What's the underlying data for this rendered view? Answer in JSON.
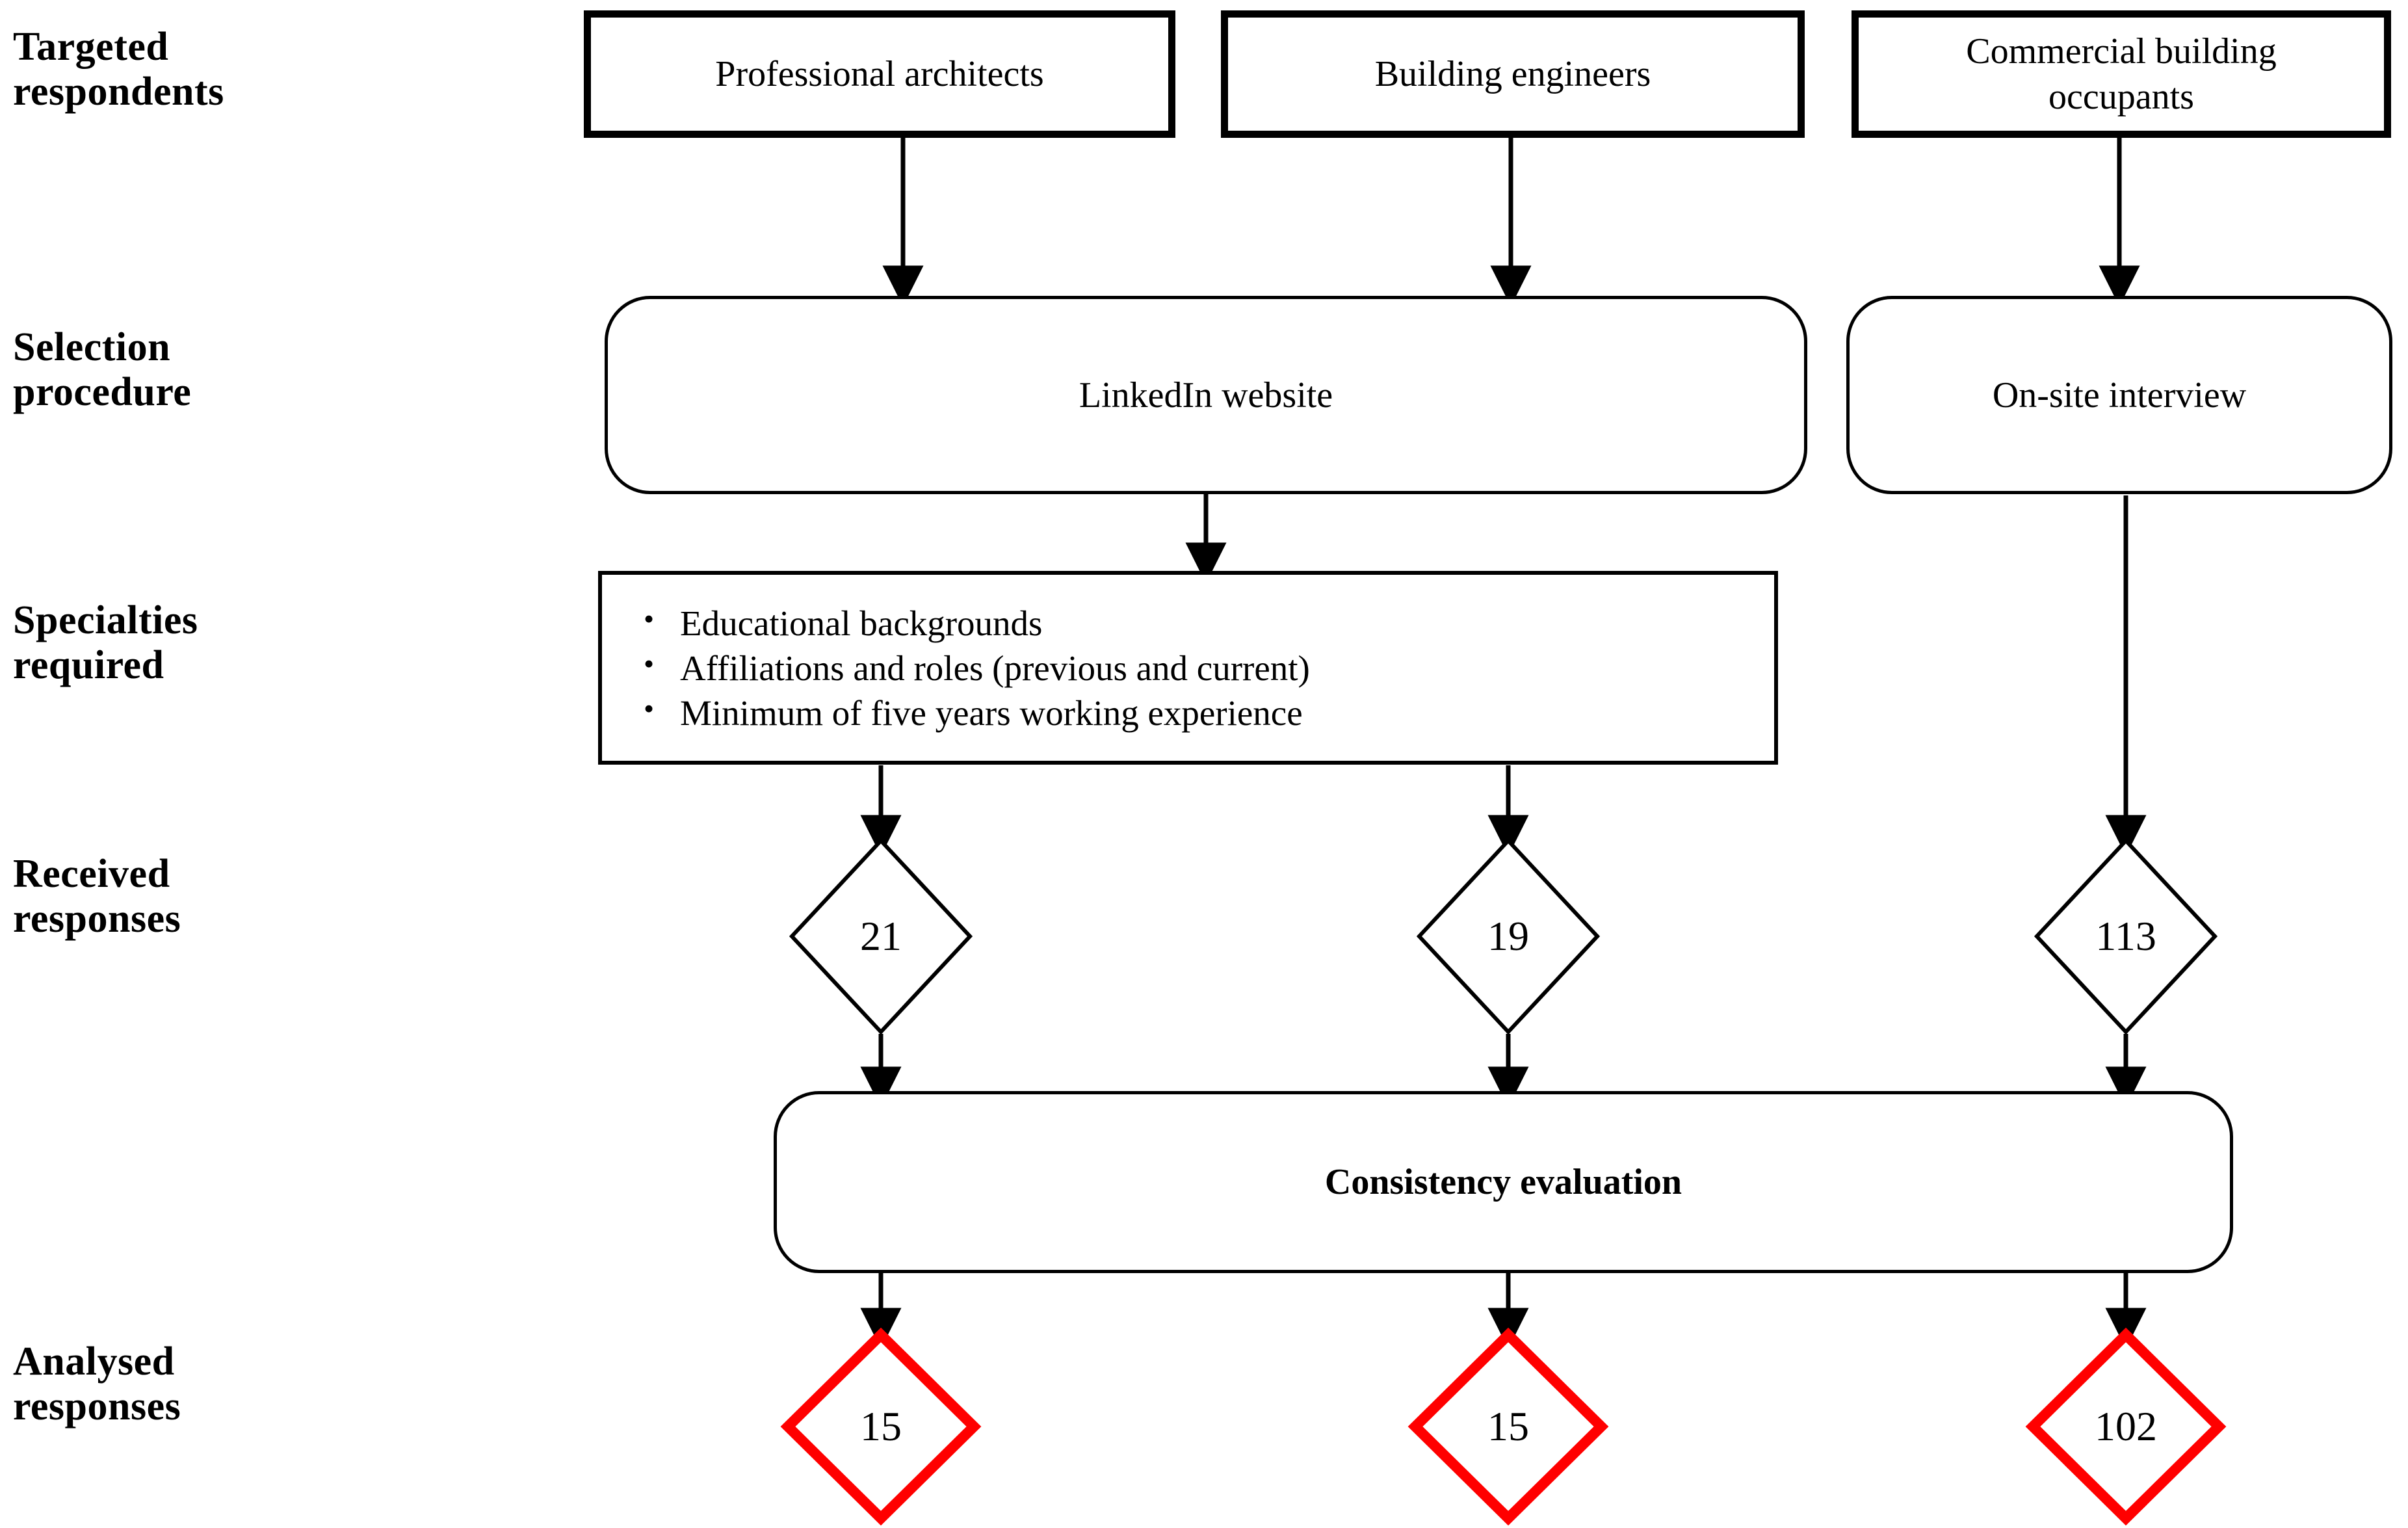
{
  "figure": {
    "type": "flowchart",
    "orientation": "top-to-bottom",
    "accent_red": "#FF0000",
    "line_color": "#000000",
    "background": "#FFFFFF"
  },
  "row_labels": [
    {
      "id": "targeted-respondents",
      "text": "Targeted\nrespondents"
    },
    {
      "id": "selection-procedure",
      "text": "Selection\nprocedure"
    },
    {
      "id": "specialties-required",
      "text": "Specialties\nrequired"
    },
    {
      "id": "received-responses",
      "text": "Received\nresponses"
    },
    {
      "id": "analysed-responses",
      "text": "Analysed\nresponses"
    }
  ],
  "targeted_respondents": [
    {
      "id": "professional-architects",
      "label": "Professional architects"
    },
    {
      "id": "building-engineers",
      "label": "Building  engineers"
    },
    {
      "id": "commercial-building-occupants",
      "label": "Commercial  building\noccupants"
    }
  ],
  "selection_procedure": [
    {
      "id": "linkedin-website",
      "label": "LinkedIn website"
    },
    {
      "id": "on-site-interview",
      "label": "On-site interview"
    }
  ],
  "specialties_required": {
    "items": [
      "Educational backgrounds",
      "Affiliations  and roles (previous and current)",
      "Minimum  of five years working experience"
    ]
  },
  "received_responses": [
    {
      "id": "received-architects",
      "value": "21",
      "border_color": "#000000"
    },
    {
      "id": "received-engineers",
      "value": "19",
      "border_color": "#000000"
    },
    {
      "id": "received-occupants",
      "value": "113",
      "border_color": "#000000"
    }
  ],
  "consistency_evaluation": {
    "label": "Consistency evaluation"
  },
  "analysed_responses": [
    {
      "id": "analysed-architects",
      "value": "15",
      "border_color": "#FF0000"
    },
    {
      "id": "analysed-engineers",
      "value": "15",
      "border_color": "#FF0000"
    },
    {
      "id": "analysed-occupants",
      "value": "102",
      "border_color": "#FF0000"
    }
  ]
}
